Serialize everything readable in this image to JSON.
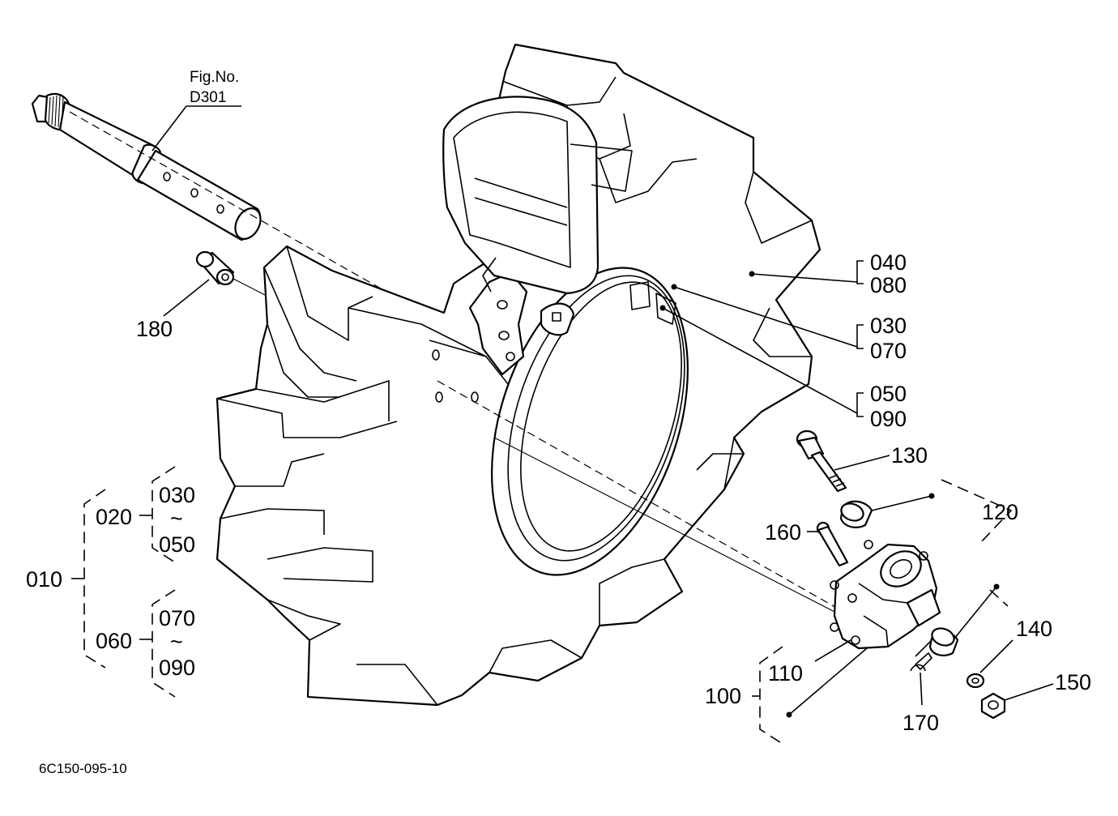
{
  "figure": {
    "fig_label": "Fig.No.",
    "fig_number": "D301",
    "drawing_code": "6C150-095-10"
  },
  "callouts": {
    "p180": "180",
    "p040": "040",
    "p080": "080",
    "p030": "030",
    "p070": "070",
    "p050": "050",
    "p090": "090",
    "p130": "130",
    "p120": "120",
    "p160": "160",
    "p110": "110",
    "p100": "100",
    "p170": "170",
    "p140": "140",
    "p150": "150"
  },
  "assembly_tree": {
    "root": "010",
    "group_a": {
      "id": "020",
      "from": "030",
      "range_mark": "~",
      "to": "050"
    },
    "group_b": {
      "id": "060",
      "from": "070",
      "range_mark": "~",
      "to": "090"
    }
  }
}
